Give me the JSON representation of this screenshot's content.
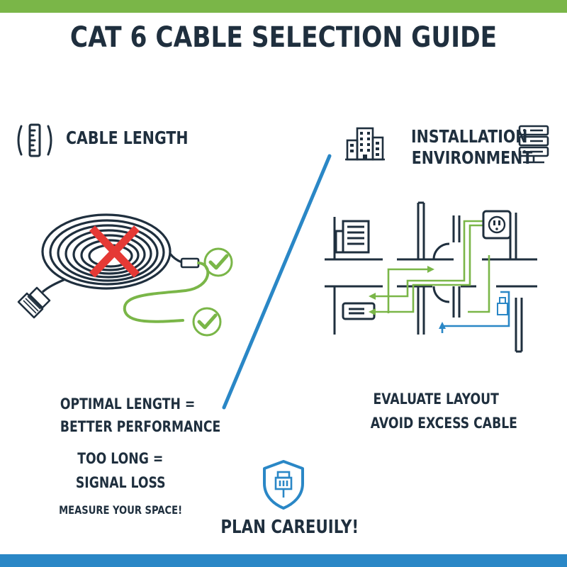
{
  "title": "CAT 6 CABLE SELECTION GUIDE",
  "left": {
    "heading": "CABLE LENGTH",
    "optimal_line1": "OPTIMAL LENGTH =",
    "optimal_line2": "BETTER PERFORMANCE",
    "toolong_line1": "TOO LONG =",
    "toolong_line2": "SIGNAL LOSS",
    "measure": "MEASURE YOUR SPACE!"
  },
  "right": {
    "heading_line1": "INSTALLATION",
    "heading_line2": "ENVIRONMENT",
    "evaluate": "EVALUATE LAYOUT",
    "avoid": "AVOID EXCESS CABLE"
  },
  "footer": {
    "plan": "PLAN CAREUILY!"
  },
  "colors": {
    "dark": "#1f2f3e",
    "green": "#7ab648",
    "blue": "#2a87c6",
    "red": "#e53935"
  },
  "icons": [
    "ruler-icon",
    "building-icon",
    "server-icon",
    "coiled-cable-icon",
    "cross-icon",
    "check-icon",
    "floor-plan-icon",
    "wall-outlet-icon",
    "shield-plug-icon"
  ]
}
